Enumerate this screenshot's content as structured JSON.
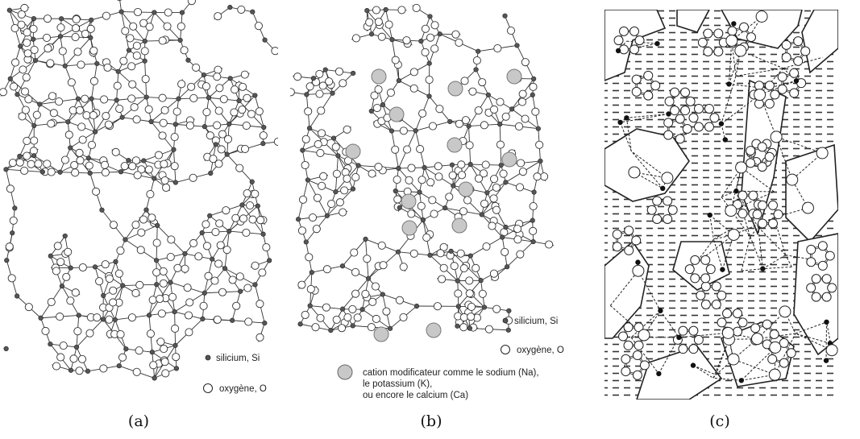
{
  "captions": {
    "a": "(a)",
    "b": "(b)",
    "c": "(c)"
  },
  "legend_a": {
    "silicon": "silicium, Si",
    "oxygen": "oxygène, O"
  },
  "legend_b": {
    "silicon": "silicium, Si",
    "oxygen": "oxygène, O",
    "cation_line1": "cation modificateur comme le sodium (Na),",
    "cation_line2": "le potassium (K),",
    "cation_line3": "ou encore le calcium (Ca)"
  },
  "colors": {
    "silicon": "#555555",
    "oxygen": "#ffffff",
    "cation": "#c8c8c8",
    "ink": "#222222"
  }
}
